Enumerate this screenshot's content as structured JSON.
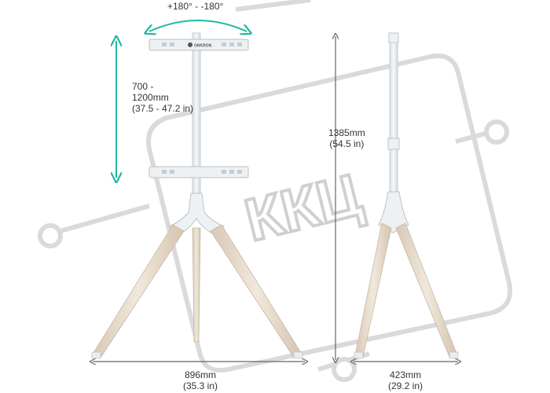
{
  "rotation": {
    "label": "+180° - -180°"
  },
  "height_adjust": {
    "line1": "700 -",
    "line2": "1200mm",
    "line3": "(37.5 - 47.2 in)"
  },
  "total_height": {
    "mm": "1385mm",
    "in": "(54.5 in)"
  },
  "base_width": {
    "mm": "896mm",
    "in": "(35.3 in)"
  },
  "side_depth": {
    "mm": "423mm",
    "in": "(29.2 in)"
  },
  "brand": {
    "label": "ONKRON"
  },
  "watermark": {
    "text": "ККЦ"
  },
  "colors": {
    "accent_teal": "#22b8a6",
    "wood": "#e6d9c9",
    "metal": "#e9edf0",
    "line": "#666666",
    "watermark": "#cfcfcf"
  }
}
